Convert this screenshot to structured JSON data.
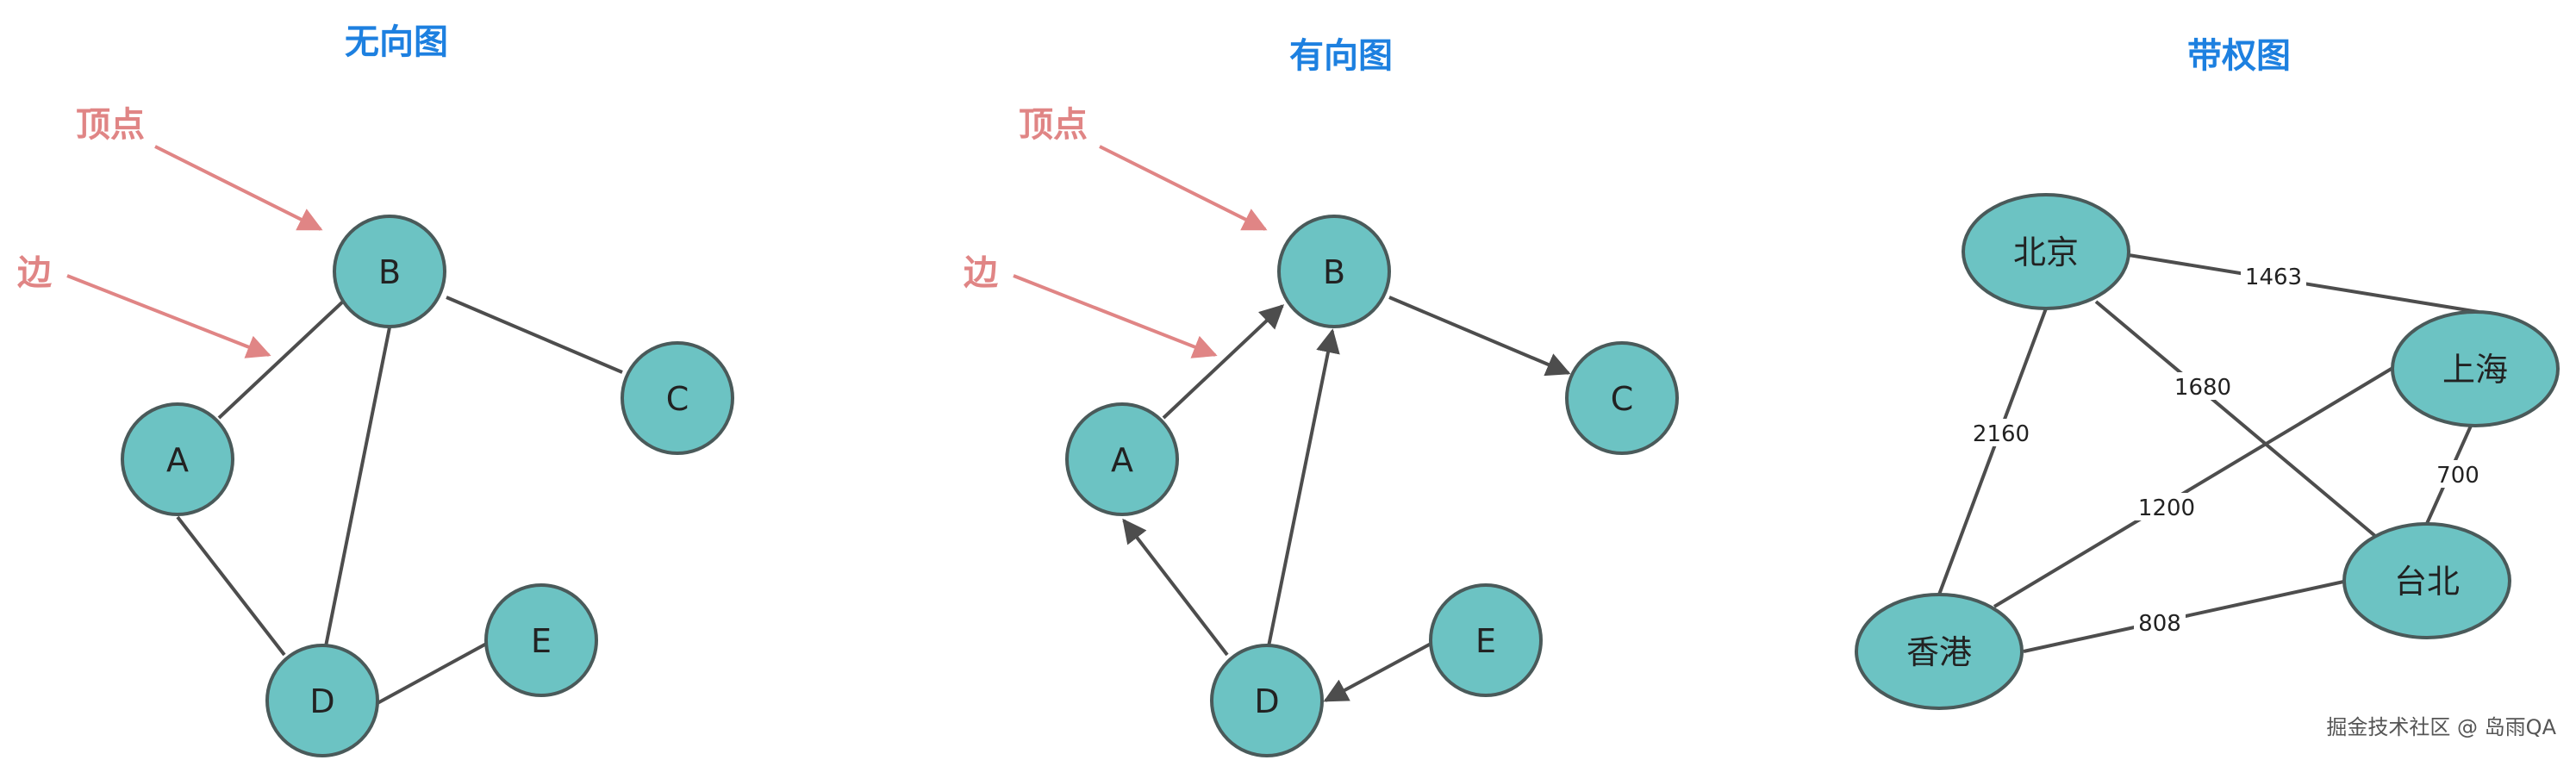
{
  "colors": {
    "title": "#1d80e0",
    "annotation": "#e08585",
    "node_fill": "#6cc3c3",
    "node_stroke": "#4a5a5a",
    "edge": "#4d4d4d",
    "background": "#ffffff"
  },
  "panels": [
    {
      "id": "undirected",
      "title": "无向图",
      "annotations": {
        "vertex": "顶点",
        "edge": "边"
      },
      "nodes": [
        "A",
        "B",
        "C",
        "D",
        "E"
      ],
      "edges": [
        {
          "from": "A",
          "to": "B"
        },
        {
          "from": "B",
          "to": "C"
        },
        {
          "from": "B",
          "to": "D"
        },
        {
          "from": "A",
          "to": "D"
        },
        {
          "from": "D",
          "to": "E"
        }
      ]
    },
    {
      "id": "directed",
      "title": "有向图",
      "annotations": {
        "vertex": "顶点",
        "edge": "边"
      },
      "nodes": [
        "A",
        "B",
        "C",
        "D",
        "E"
      ],
      "edges": [
        {
          "from": "A",
          "to": "B",
          "directed": true
        },
        {
          "from": "B",
          "to": "C",
          "directed": true
        },
        {
          "from": "D",
          "to": "B",
          "directed": true
        },
        {
          "from": "D",
          "to": "A",
          "directed": true
        },
        {
          "from": "E",
          "to": "D",
          "directed": true
        }
      ]
    },
    {
      "id": "weighted",
      "title": "带权图",
      "nodes": [
        "北京",
        "上海",
        "香港",
        "台北"
      ],
      "edges": [
        {
          "from": "北京",
          "to": "上海",
          "weight": "1463"
        },
        {
          "from": "北京",
          "to": "台北",
          "weight": "1680"
        },
        {
          "from": "北京",
          "to": "香港",
          "weight": "2160"
        },
        {
          "from": "上海",
          "to": "香港",
          "weight": "1200"
        },
        {
          "from": "上海",
          "to": "台北",
          "weight": "700"
        },
        {
          "from": "香港",
          "to": "台北",
          "weight": "808"
        }
      ]
    }
  ],
  "watermark": "掘金技术社区 @ 岛雨QA"
}
